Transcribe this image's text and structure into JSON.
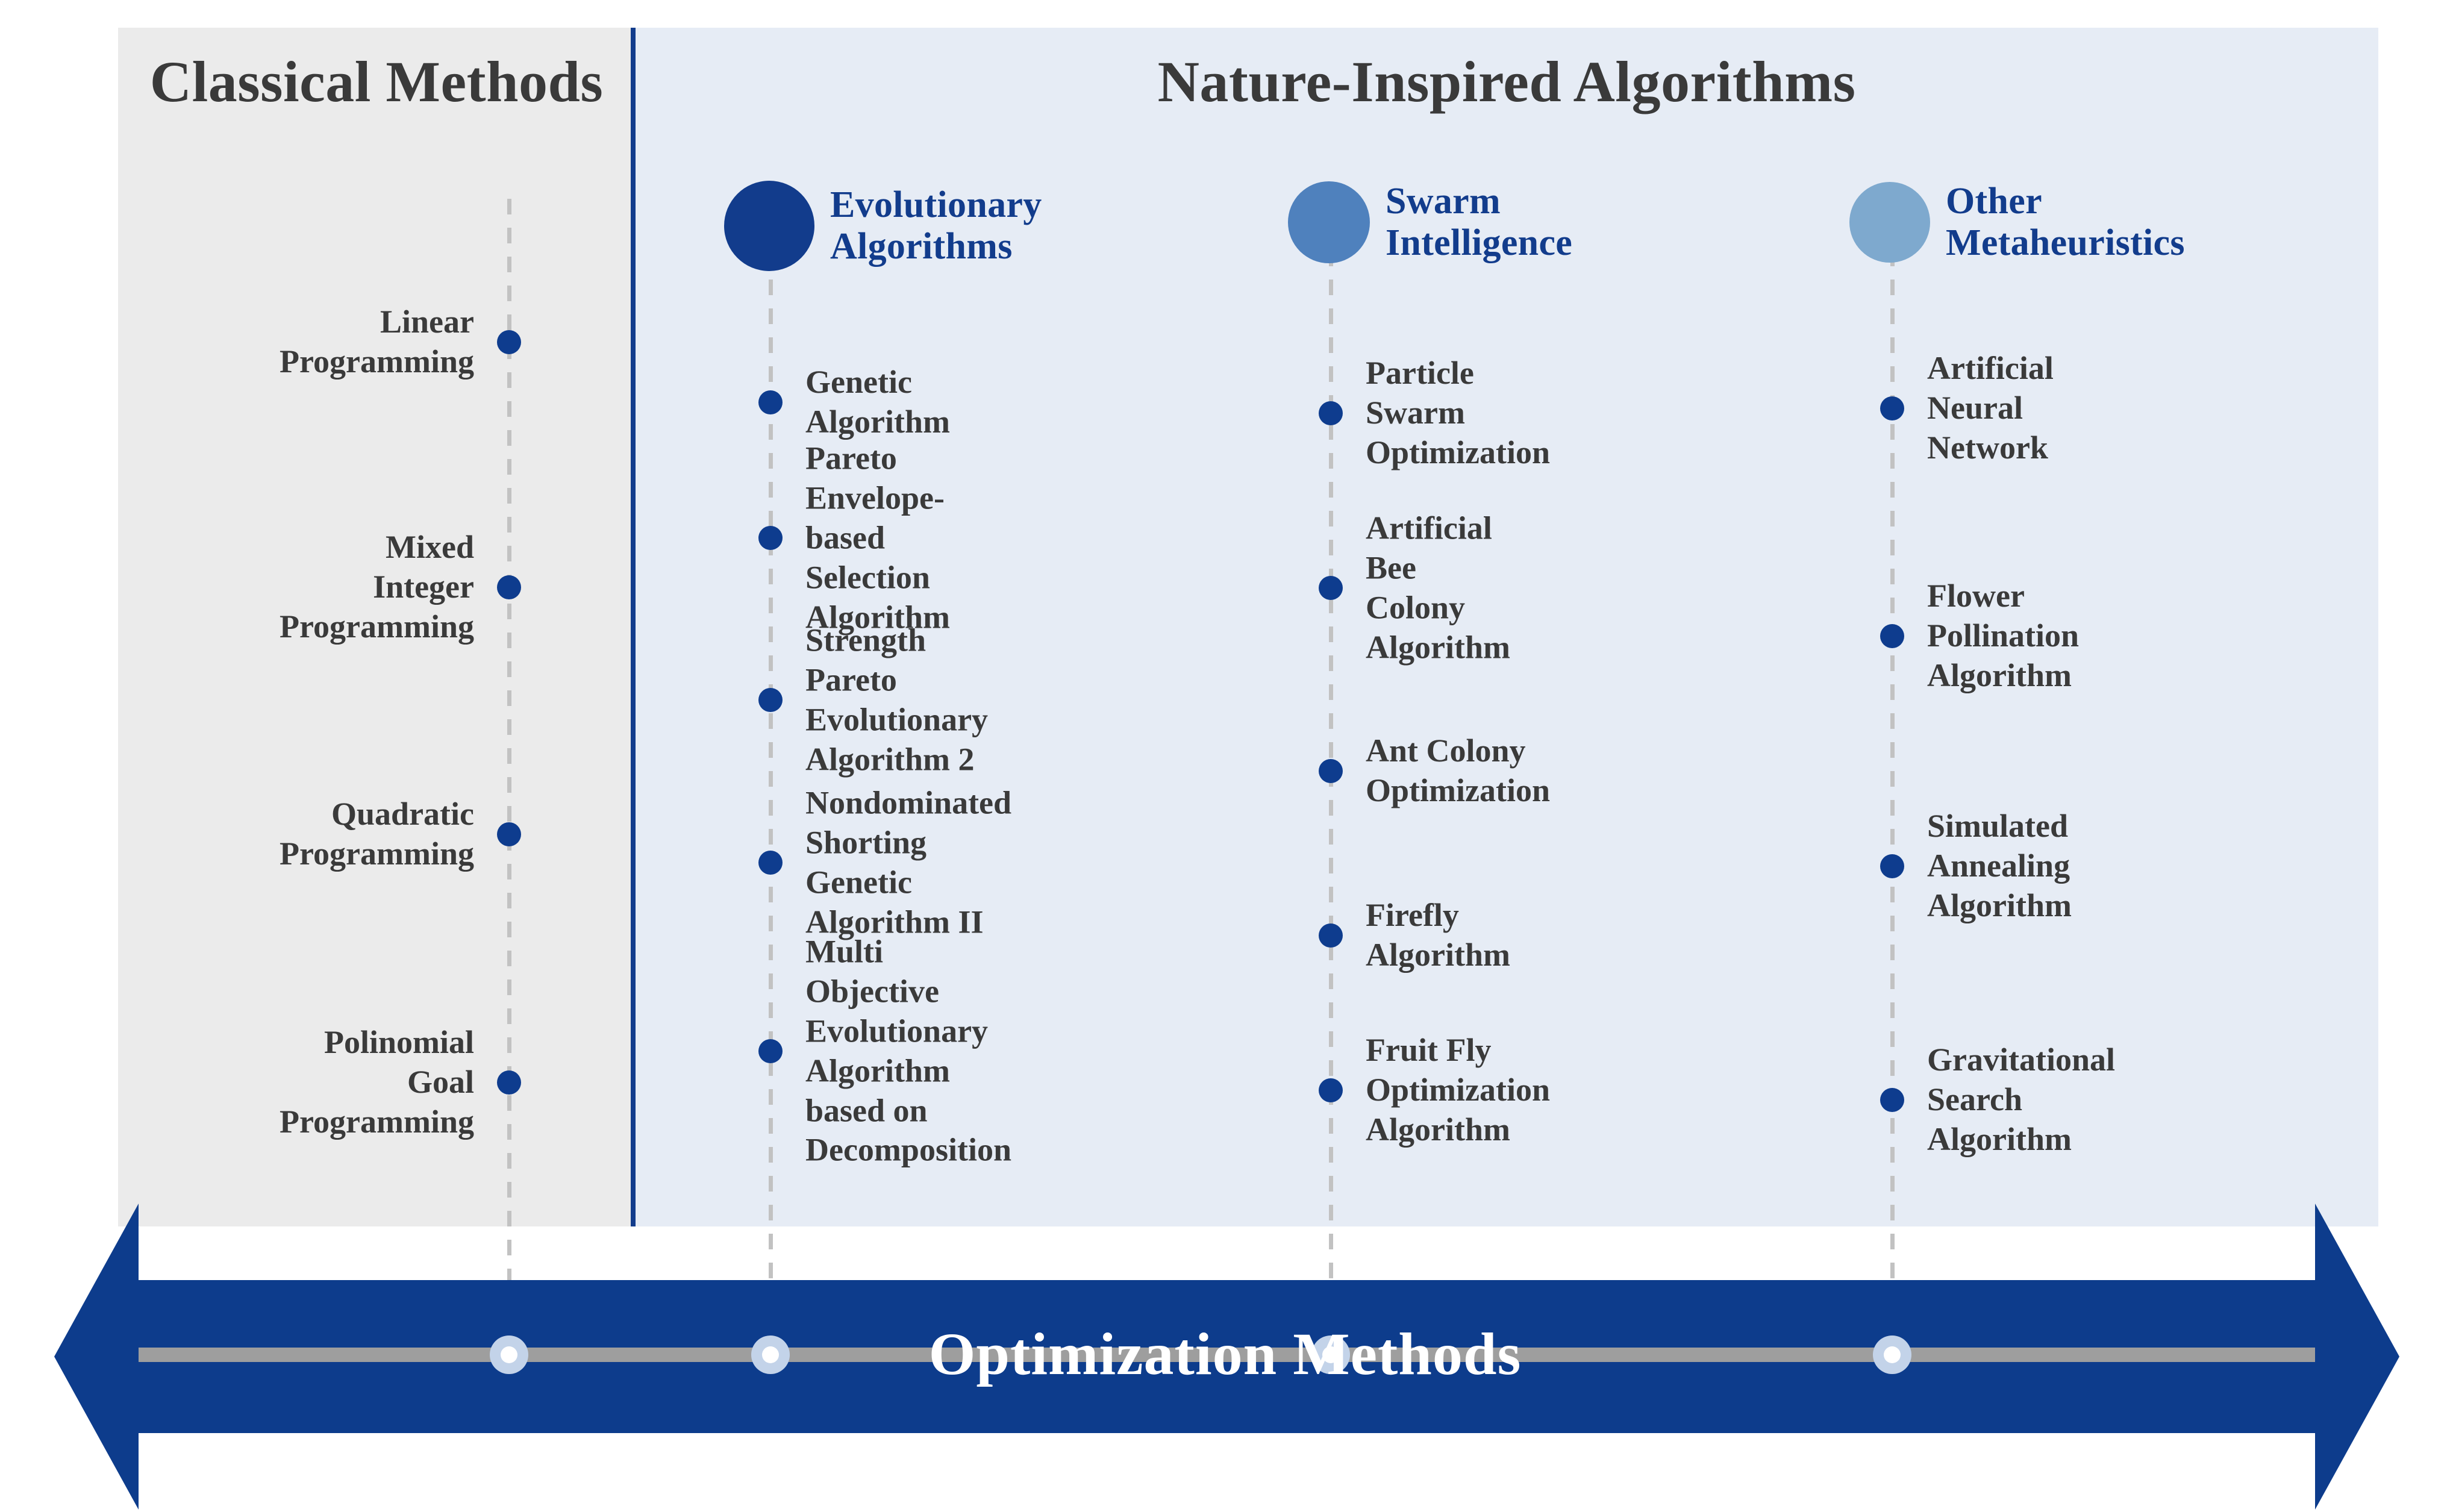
{
  "colors": {
    "brand_blue": "#123c8c",
    "arrow_blue": "#0d3c8c",
    "dot_blue": "#0e3c8e",
    "classical_panel": "#ebebeb",
    "nature_panel": "#e6ecf5",
    "text_gray": "#3a3a3a",
    "rail_gray": "#c2c2c2",
    "marker_ring": "#c3d3e9",
    "marker_core": "#ffffff",
    "axis_line": "#9e9e9e"
  },
  "headings": {
    "classical": "Classical Methods",
    "nature": "Nature-Inspired Algorithms"
  },
  "axis": {
    "caption": "Optimization Methods"
  },
  "columns": [
    {
      "id": "classical",
      "group": "Classical Methods",
      "has_bubble": false,
      "align": "right",
      "items": [
        "Linear\nProgramming",
        "Mixed Integer\nProgramming",
        "Quadratic\nProgramming",
        "Polinomial Goal\nProgramming"
      ]
    },
    {
      "id": "evolutionary",
      "group": "Evolutionary\nAlgorithms",
      "has_bubble": true,
      "bubble_color": "#123c8c",
      "bubble_size": 96,
      "align": "left",
      "items": [
        "Genetic Algorithm",
        "Pareto Envelope-based\nSelection Algorithm",
        "Strength Pareto\nEvolutionary Algorithm 2",
        "Nondominated Shorting\nGenetic Algorithm II",
        "Multi Objective\nEvolutionary Algorithm\nbased on Decomposition"
      ]
    },
    {
      "id": "swarm",
      "group": "Swarm\nIntelligence",
      "has_bubble": true,
      "bubble_color": "#4f81bd",
      "bubble_size": 88,
      "align": "left",
      "items": [
        "Particle Swarm\nOptimization",
        "Artificial Bee Colony\nAlgorithm",
        "Ant Colony\nOptimization",
        "Firefly Algorithm",
        "Fruit Fly Optimization\nAlgorithm"
      ]
    },
    {
      "id": "other",
      "group": "Other\nMetaheuristics",
      "has_bubble": true,
      "bubble_color": "#7ea9ce",
      "bubble_size": 86,
      "align": "left",
      "items": [
        "Artificial\nNeural Network",
        "Flower Pollination\nAlgorithm",
        "Simulated Annealing\nAlgorithm",
        "Gravitational\nSearch Algorithm"
      ]
    }
  ],
  "icons": {
    "category_bubble": "filled-circle-icon",
    "item_bullet": "filled-dot-icon",
    "timeline_marker": "ring-marker-icon",
    "arrow": "double-headed-arrow-icon"
  }
}
